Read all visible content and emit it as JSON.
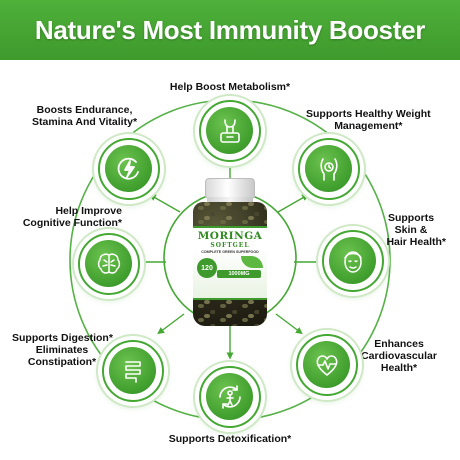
{
  "banner": {
    "title": "Nature's Most Immunity Booster"
  },
  "benefits": {
    "metabolism": {
      "label": "Help Boost Metabolism*",
      "icon": "scale-body-icon"
    },
    "endurance": {
      "line1": "Boosts Endurance,",
      "line2": "Stamina And Vitality*",
      "icon": "energy-bolt-icon"
    },
    "weight": {
      "line1": "Supports Healthy Weight",
      "line2": "Management*",
      "icon": "weight-body-icon"
    },
    "cognitive": {
      "line1": "Help Improve",
      "line2": "Cognitive Function*",
      "icon": "brain-icon"
    },
    "skin": {
      "line1": "Supports",
      "line2": "Skin &",
      "line3": "Hair Health*",
      "icon": "face-icon"
    },
    "digestion": {
      "line1": "Supports Digestion*",
      "line2": "Eliminates",
      "line3": "Constipation*",
      "icon": "intestine-icon"
    },
    "cardio": {
      "line1": "Enhances",
      "line2": "Cardiovascular",
      "line3": "Health*",
      "icon": "heart-pulse-icon"
    },
    "detox": {
      "label": "Supports Detoxification*",
      "icon": "person-arrows-icon"
    }
  },
  "product": {
    "name": "MORINGA",
    "form": "SOFTGEL",
    "tagline": "COMPLETE GREEN SUPERFOOD",
    "count": "120",
    "dose": "1000MG"
  },
  "colors": {
    "brand_green": "#3e9a2c",
    "light_green": "#6cc24f",
    "ring_halo": "#cfe8c6"
  }
}
